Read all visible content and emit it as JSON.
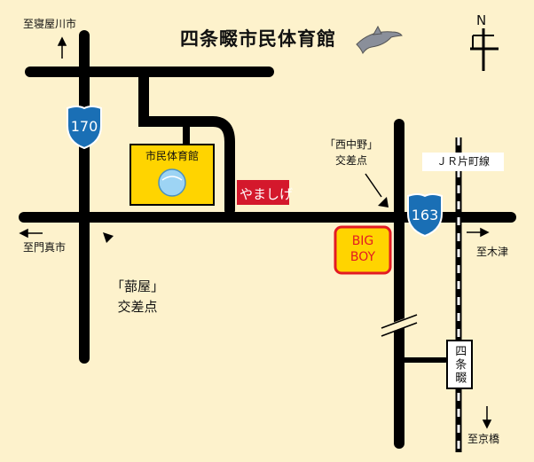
{
  "title": "四条畷市民体育館",
  "compass": {
    "letter": "N"
  },
  "directions": {
    "to_neyagawa": "至寝屋川市",
    "to_kadoma": "至門真市",
    "to_kizu": "至木津",
    "to_kyobashi": "至京橋"
  },
  "routes": {
    "r170": "170",
    "r163": "163"
  },
  "facility": {
    "name": "市民体育館"
  },
  "intersections": {
    "heya_name": "「蔀屋」",
    "heya_kind": "交差点",
    "nishinakano_name": "「西中野」",
    "nishinakano_kind": "交差点"
  },
  "railway": {
    "line_name": "ＪＲ片町線"
  },
  "station": {
    "name": "四条畷"
  },
  "shops": {
    "yamashige": "やましげ",
    "bigboy_line1": "BIG",
    "bigboy_line2": "BOY"
  },
  "colors": {
    "background": "#fdf2cc",
    "road": "#000000",
    "route_shield": "#1a6fb5",
    "facility_fill": "#ffd400",
    "yamashige_bg": "#d4182c",
    "bigboy_bg": "#ffd400",
    "bigboy_text": "#e31b23"
  },
  "icons": {
    "mascot": "dolphin-icon",
    "compass": "north-arrow-icon"
  }
}
